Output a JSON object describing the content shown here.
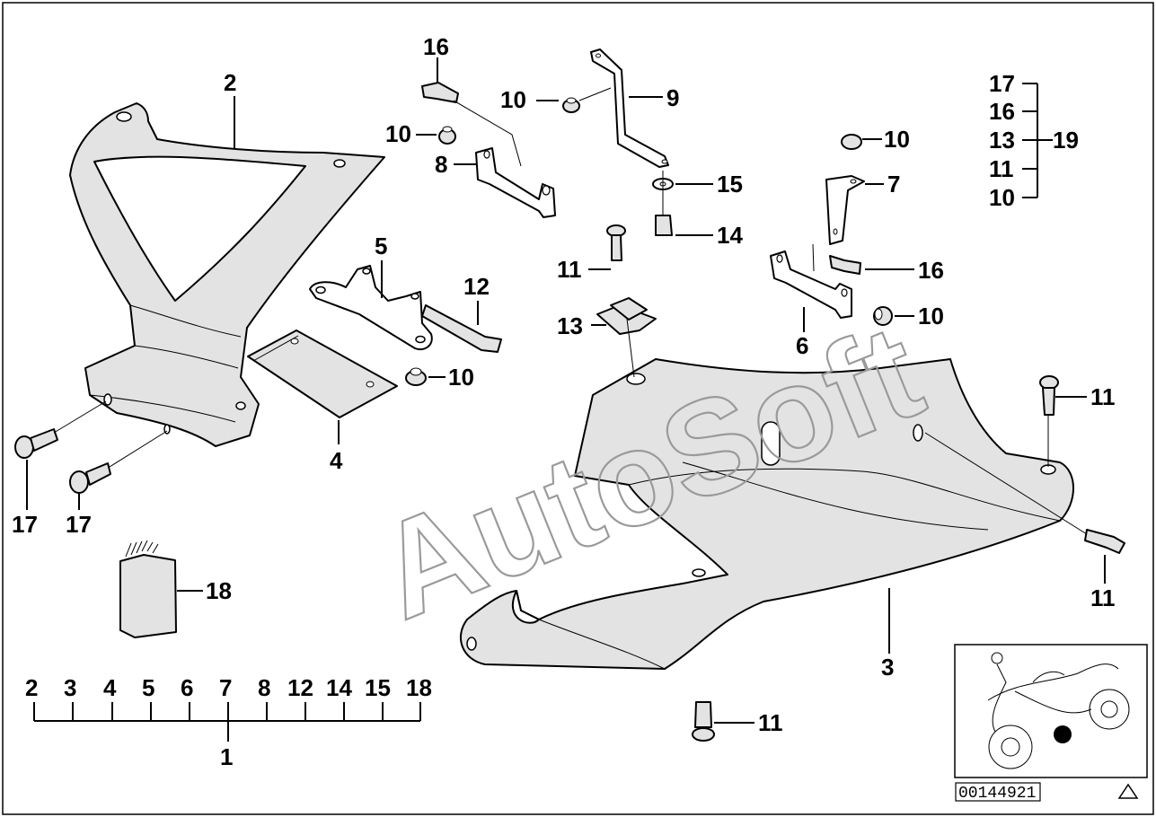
{
  "diagram": {
    "callouts": {
      "c1": "1",
      "c2": "2",
      "c3": "3",
      "c4": "4",
      "c5": "5",
      "c6": "6",
      "c7": "7",
      "c8": "8",
      "c9": "9",
      "c10a": "10",
      "c10b": "10",
      "c10c": "10",
      "c10d": "10",
      "c10e": "10",
      "c11a": "11",
      "c11b": "11",
      "c11c": "11",
      "c11d": "11",
      "c12": "12",
      "c13": "13",
      "c14": "14",
      "c15": "15",
      "c16a": "16",
      "c16b": "16",
      "c17a": "17",
      "c17b": "17",
      "c18": "18"
    },
    "set19": {
      "items": [
        "17",
        "16",
        "13",
        "11",
        "10"
      ],
      "total": "19"
    },
    "set1": {
      "items": [
        "2",
        "3",
        "4",
        "5",
        "6",
        "7",
        "8",
        "12",
        "14",
        "15",
        "18"
      ],
      "total": "1"
    },
    "image_number": "00144921",
    "watermark": "AutoSoft",
    "warning_symbol": "triangle-icon"
  }
}
